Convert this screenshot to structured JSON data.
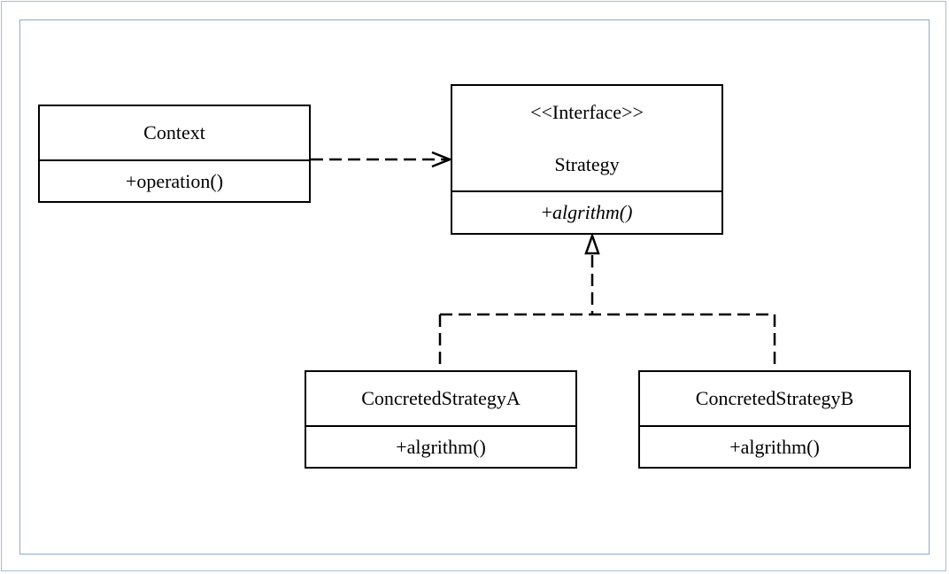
{
  "classes": {
    "context": {
      "name": "Context",
      "methods": "+operation()"
    },
    "strategy": {
      "stereotype": "<<Interface>>",
      "name": "Strategy",
      "methods_prefix": "+",
      "methods_italic": "algrithm()"
    },
    "concrete_a": {
      "name": "ConcretedStrategyA",
      "methods": "+algrithm()"
    },
    "concrete_b": {
      "name": "ConcretedStrategyB",
      "methods": "+algrithm()"
    }
  },
  "relations": [
    {
      "type": "dependency",
      "from": "Context",
      "to": "Strategy",
      "style": "dashed-open-arrow"
    },
    {
      "type": "realization",
      "from": "ConcretedStrategyA",
      "to": "Strategy",
      "style": "dashed-hollow-triangle"
    },
    {
      "type": "realization",
      "from": "ConcretedStrategyB",
      "to": "Strategy",
      "style": "dashed-hollow-triangle"
    }
  ],
  "colors": {
    "stroke": "#000000",
    "frame": "#8fa9cc",
    "background": "#ffffff"
  }
}
